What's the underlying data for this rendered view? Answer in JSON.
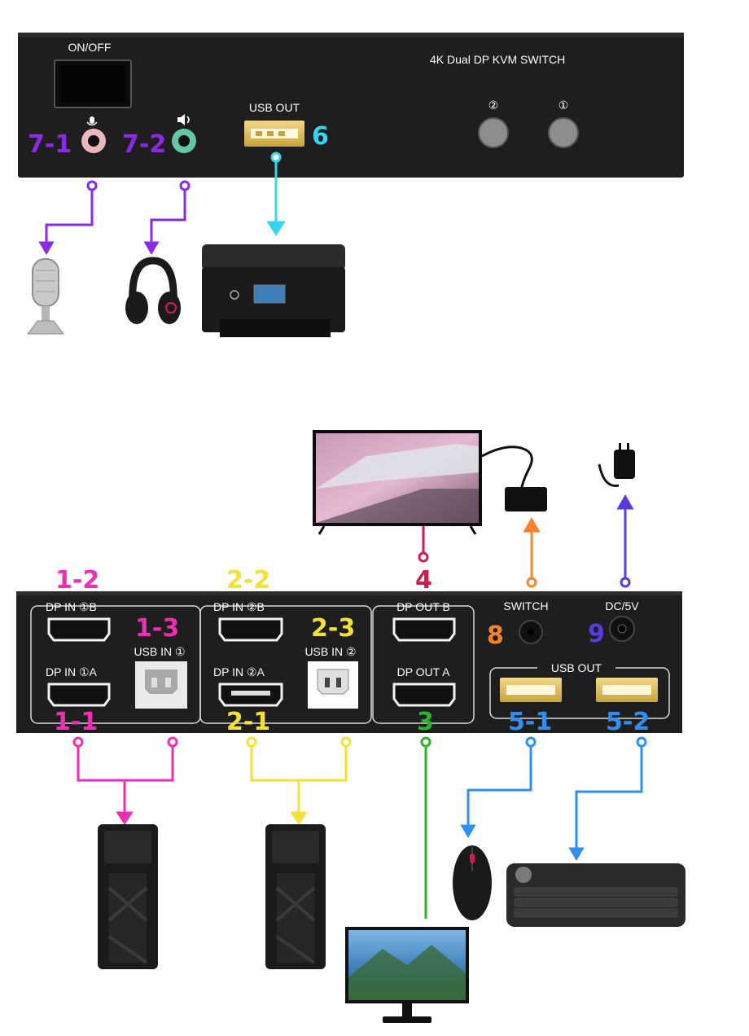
{
  "front_panel": {
    "on_off_label": "ON/OFF",
    "title": "4K Dual DP KVM SWITCH",
    "usb_out_label": "USB OUT",
    "btn2_glyph": "②",
    "btn1_glyph": "①"
  },
  "back_panel": {
    "dp_in_1b": "DP IN ①B",
    "dp_in_1a": "DP IN ①A",
    "usb_in_1": "USB IN ①",
    "dp_in_2b": "DP IN ②B",
    "dp_in_2a": "DP IN ②A",
    "usb_in_2": "USB IN ②",
    "dp_out_b": "DP OUT B",
    "dp_out_a": "DP OUT A",
    "switch_label": "SWITCH",
    "dc_label": "DC/5V",
    "usb_out_label": "USB OUT"
  },
  "callouts": {
    "c7_1": "7-1",
    "c7_2": "7-2",
    "c6": "6",
    "c1_2": "1-2",
    "c1_3": "1-3",
    "c1_1": "1-1",
    "c2_2": "2-2",
    "c2_3": "2-3",
    "c2_1": "2-1",
    "c4": "4",
    "c3": "3",
    "c8": "8",
    "c9": "9",
    "c5_1": "5-1",
    "c5_2": "5-2"
  },
  "colors": {
    "purple": "#8a2be2",
    "cyan": "#33d6f0",
    "magenta": "#ec2fb4",
    "yellow": "#f5e135",
    "crimson": "#d01c4e",
    "green": "#2bb32b",
    "orange": "#f7842a",
    "violet": "#5a3be0",
    "blue": "#2e8ff0"
  },
  "devices": {
    "microphone": "microphone-icon",
    "headphones": "headphones-icon",
    "printer": "printer-icon",
    "tv": "tv-icon",
    "remote_switch": "wired-switch-icon",
    "power_adapter": "power-adapter-icon",
    "pc1": "pc-tower-icon",
    "pc2": "pc-tower-icon",
    "monitor": "monitor-icon",
    "mouse": "mouse-icon",
    "keyboard": "keyboard-icon"
  }
}
